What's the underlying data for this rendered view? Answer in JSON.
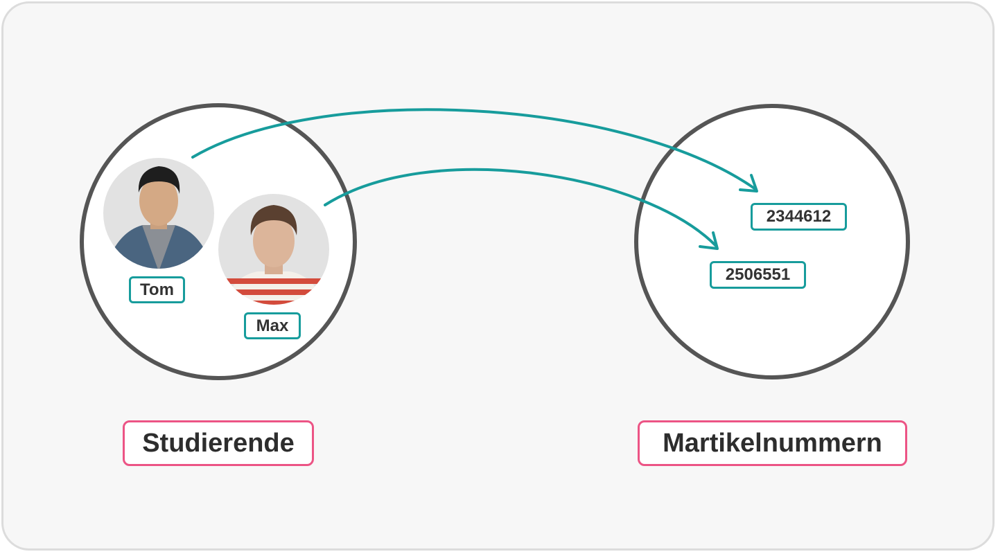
{
  "colors": {
    "circle_stroke": "#555555",
    "arrow": "#179c9c",
    "tag_border": "#179c9c",
    "label_border": "#ec5485",
    "background": "#f7f7f7"
  },
  "domain_set": {
    "label": "Studierende",
    "members": [
      {
        "name": "Tom",
        "icon": "person-photo-icon"
      },
      {
        "name": "Max",
        "icon": "person-photo-icon"
      }
    ]
  },
  "codomain_set": {
    "label": "Martikelnummern",
    "members": [
      "2344612",
      "2506551"
    ]
  },
  "mapping": [
    {
      "from": "Tom",
      "to": "2344612"
    },
    {
      "from": "Max",
      "to": "2506551"
    }
  ]
}
